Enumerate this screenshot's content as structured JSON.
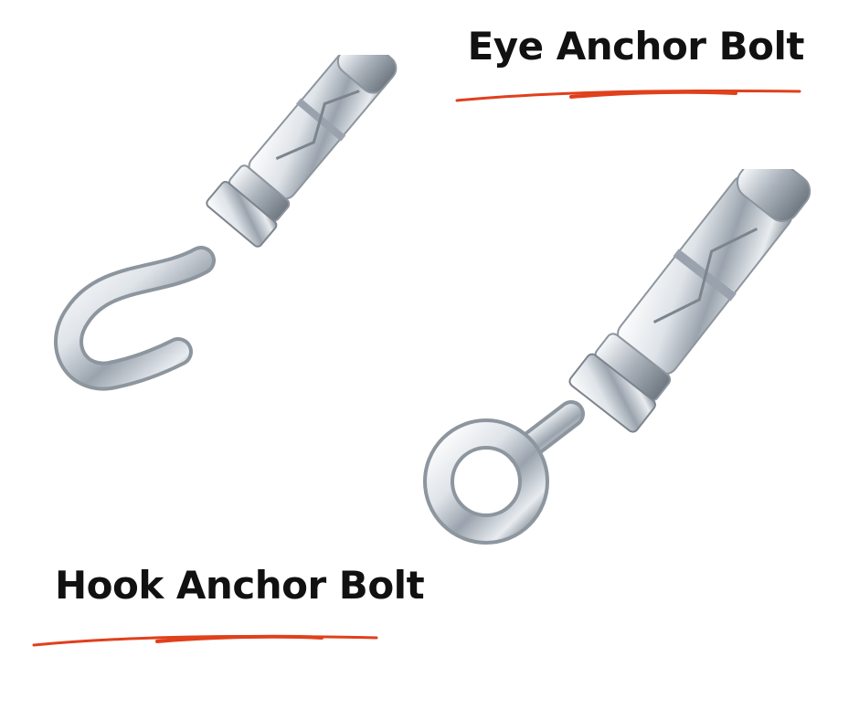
{
  "labels": {
    "eye": "Eye Anchor Bolt",
    "hook": "Hook Anchor Bolt"
  },
  "colors": {
    "text": "#111111",
    "underline": "#e0401c",
    "metal_light": "#eef1f4",
    "metal_mid": "#b9c0c8",
    "metal_dark": "#6e767f",
    "background": "#ffffff"
  },
  "images": {
    "hook": "hook-anchor-bolt",
    "eye": "eye-anchor-bolt"
  }
}
